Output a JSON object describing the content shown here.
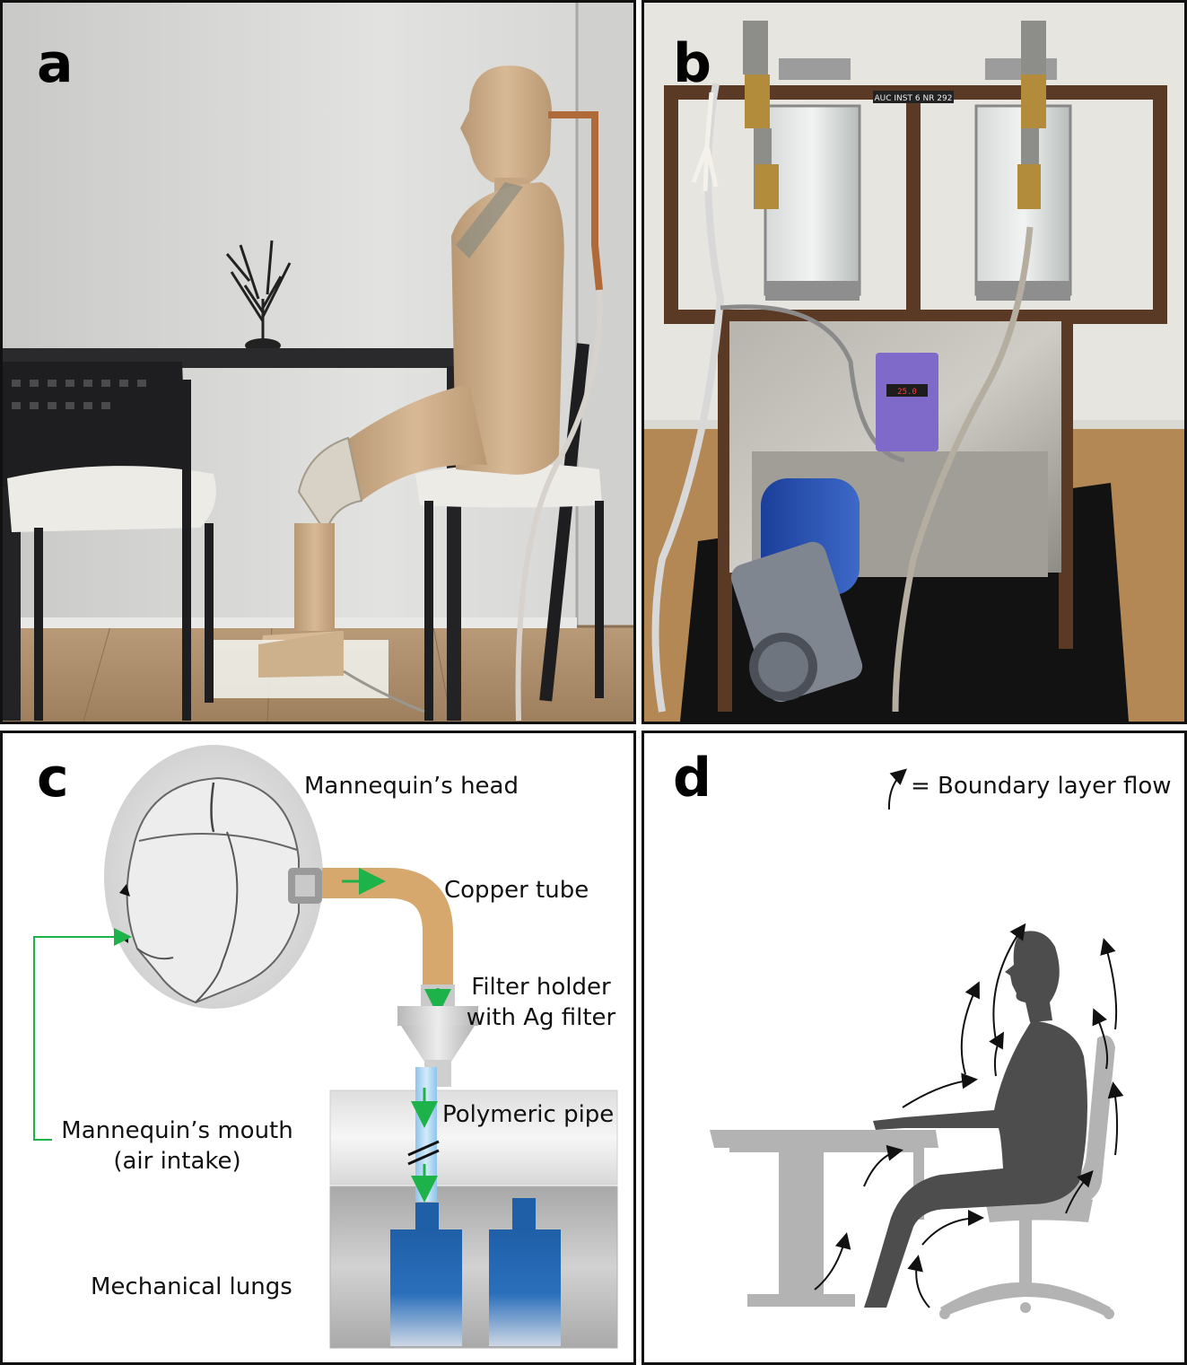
{
  "panels": {
    "a": {
      "letter": "a",
      "description_icon": "mannequin-seated-at-desk-photo"
    },
    "b": {
      "letter": "b",
      "description_icon": "mechanical-lungs-rig-photo",
      "plate_text": "AUC INST 6 NR 292"
    },
    "c": {
      "letter": "c",
      "labels": {
        "head": "Mannequin’s head",
        "copper": "Copper tube",
        "filter_line1": "Filter holder",
        "filter_line2": "with Ag filter",
        "polymeric": "Polymeric pipe",
        "mouth_line1": "Mannequin’s mouth",
        "mouth_line2": "(air intake)",
        "lungs": "Mechanical lungs"
      },
      "colors": {
        "copper": "#d6a86e",
        "arrow": "#1db34a",
        "lungs": "#1f5fa8",
        "pipe": "#a9d3f0",
        "box": "#d9d9d9"
      }
    },
    "d": {
      "letter": "d",
      "legend": "= Boundary layer flow",
      "colors": {
        "person": "#4d4d4d",
        "furniture": "#b3b3b3"
      }
    }
  }
}
